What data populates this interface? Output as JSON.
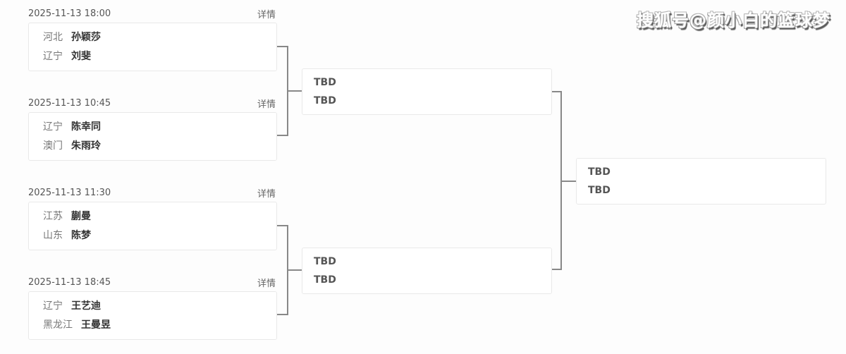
{
  "watermark": "搜狐号@颜小白的篮球梦",
  "labels": {
    "details": "详情",
    "tbd": "TBD"
  },
  "colors": {
    "background": "#fdfdfd",
    "card_border": "#e9e9e9",
    "connector": "#888888",
    "date_text": "#555555",
    "region_text": "#777777",
    "name_text": "#333333",
    "tbd_text": "#555555"
  },
  "bracket": {
    "round1": [
      {
        "datetime": "2025-11-13 18:00",
        "details_label": "详情",
        "players": [
          {
            "region": "河北",
            "name": "孙颖莎"
          },
          {
            "region": "辽宁",
            "name": "刘斐"
          }
        ]
      },
      {
        "datetime": "2025-11-13 10:45",
        "details_label": "详情",
        "players": [
          {
            "region": "辽宁",
            "name": "陈幸同"
          },
          {
            "region": "澳门",
            "name": "朱雨玲"
          }
        ]
      },
      {
        "datetime": "2025-11-13 11:30",
        "details_label": "详情",
        "players": [
          {
            "region": "江苏",
            "name": "蒯曼"
          },
          {
            "region": "山东",
            "name": "陈梦"
          }
        ]
      },
      {
        "datetime": "2025-11-13 18:45",
        "details_label": "详情",
        "players": [
          {
            "region": "辽宁",
            "name": "王艺迪"
          },
          {
            "region": "黑龙江",
            "name": "王曼昱"
          }
        ]
      }
    ],
    "semifinals": [
      {
        "slots": [
          "TBD",
          "TBD"
        ]
      },
      {
        "slots": [
          "TBD",
          "TBD"
        ]
      }
    ],
    "final": {
      "slots": [
        "TBD",
        "TBD"
      ]
    }
  }
}
